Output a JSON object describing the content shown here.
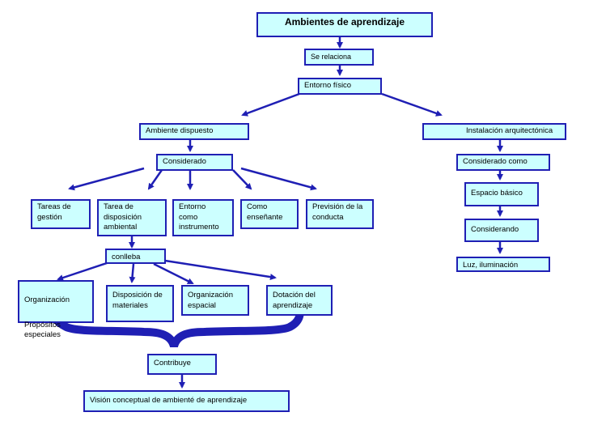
{
  "nodes": {
    "root": "Ambientes de aprendizaje",
    "se_relaciona": "Se relaciona",
    "entorno_fisico": "Entorno físico",
    "ambiente_dispuesto": "Ambiente dispuesto",
    "instalacion": "Instalación arquitectónica",
    "considerado": "Considerado",
    "considerado_como": "Considerado como",
    "espacio_basico": "Espacio básico",
    "considerando": "Considerando",
    "luz": "Luz, iluminación",
    "tareas_gestion": "Tareas de\ngestión",
    "tarea_disposicion": "Tarea de\ndisposición\nambiental",
    "entorno_instrumento": "Entorno\ncomo\ninstrumento",
    "como_ensenante": "Como\nenseñante",
    "prevision": "Previsión de la\nconducta",
    "conlleba": "conlleba",
    "organizacion": "Organización",
    "propositos": "Propósitos\nespeciales",
    "disposicion_materiales": "Disposición de\nmateriales",
    "organizacion_espacial": "Organización\nespacial",
    "dotacion": "Dotación del\naprendizaje",
    "contribuye": "Contribuye",
    "vision": "Visión conceptual de ambienté de aprendizaje"
  },
  "colors": {
    "fill": "#ccffff",
    "stroke": "#1f1fb4"
  }
}
